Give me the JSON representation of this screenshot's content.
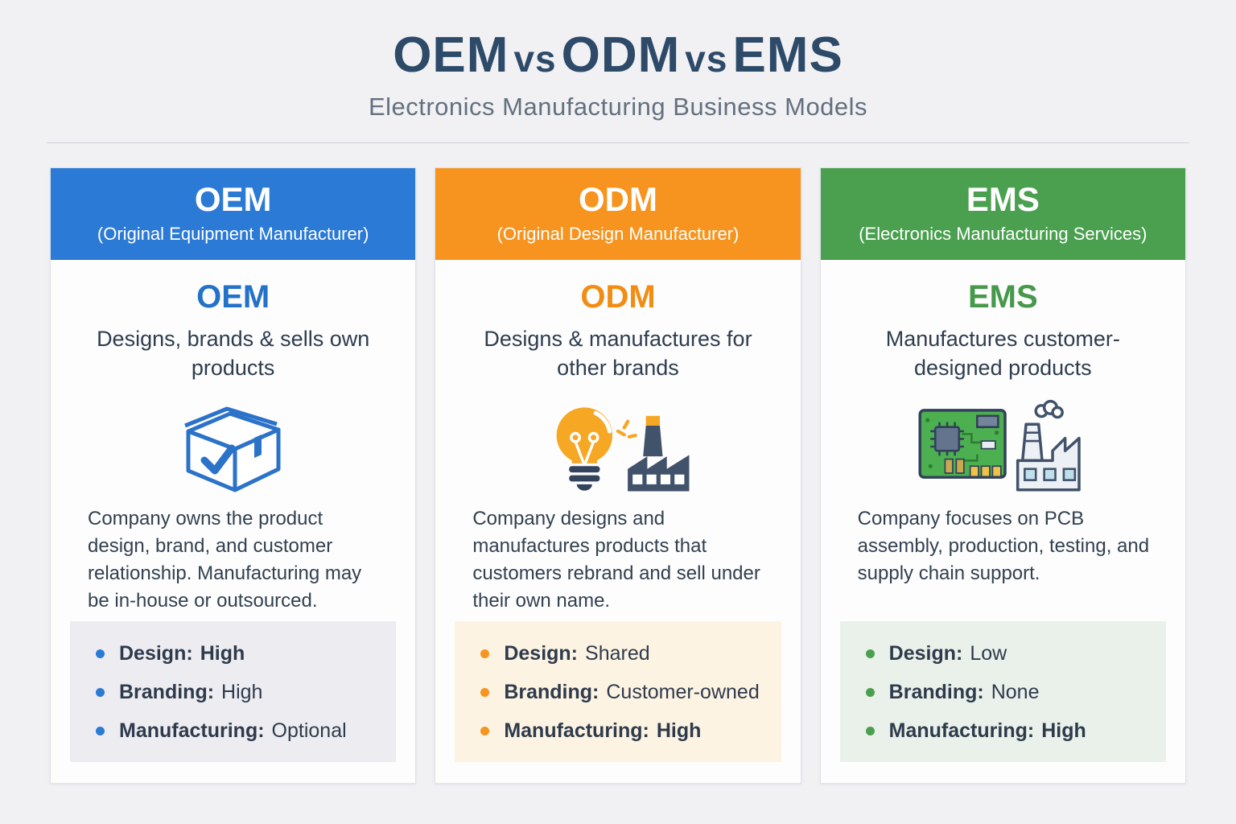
{
  "title": {
    "terms": [
      "OEM",
      "ODM",
      "EMS"
    ],
    "separator": "vs"
  },
  "subtitle": "Electronics Manufacturing Business Models",
  "colors": {
    "oem_blue": "#2b7ad6",
    "odm_orange": "#f6941f",
    "ems_green": "#4aa04f",
    "title_text": "#2d4a68",
    "subtitle_text": "#64707f",
    "body_text": "#33404f",
    "page_background": "#f1f1f4",
    "oem_panel": "#ededf1",
    "odm_panel": "#fdf3e3",
    "ems_panel": "#eaf1ea"
  },
  "columns": [
    {
      "key": "oem",
      "acronym": "OEM",
      "full_name": "(Original Equipment Manufacturer)",
      "tagline": "Designs, brands & sells own products",
      "icon": "package-check-icon",
      "description": "Company owns the product design, brand, and customer relationship. Manufacturing may be in-house or outsourced.",
      "bullets": [
        {
          "label": "Design:",
          "value": "High",
          "bold_value": true
        },
        {
          "label": "Branding:",
          "value": "High",
          "bold_value": false
        },
        {
          "label": "Manufacturing:",
          "value": "Optional",
          "bold_value": false
        }
      ]
    },
    {
      "key": "odm",
      "acronym": "ODM",
      "full_name": "(Original Design Manufacturer)",
      "tagline": "Designs & manufactures for other brands",
      "icon": "lightbulb-factory-icon",
      "description": "Company designs and manufactures products that customers rebrand and sell under their own name.",
      "bullets": [
        {
          "label": "Design:",
          "value": "Shared",
          "bold_value": false
        },
        {
          "label": "Branding:",
          "value": "Customer-owned",
          "bold_value": false
        },
        {
          "label": "Manufacturing:",
          "value": "High",
          "bold_value": true
        }
      ]
    },
    {
      "key": "ems",
      "acronym": "EMS",
      "full_name": "(Electronics Manufacturing Services)",
      "tagline": "Manufactures customer-designed products",
      "icon": "pcb-factory-icon",
      "description": "Company focuses on PCB assembly, production, testing, and supply chain support.",
      "bullets": [
        {
          "label": "Design:",
          "value": "Low",
          "bold_value": false
        },
        {
          "label": "Branding:",
          "value": "None",
          "bold_value": false
        },
        {
          "label": "Manufacturing:",
          "value": "High",
          "bold_value": true
        }
      ]
    }
  ]
}
